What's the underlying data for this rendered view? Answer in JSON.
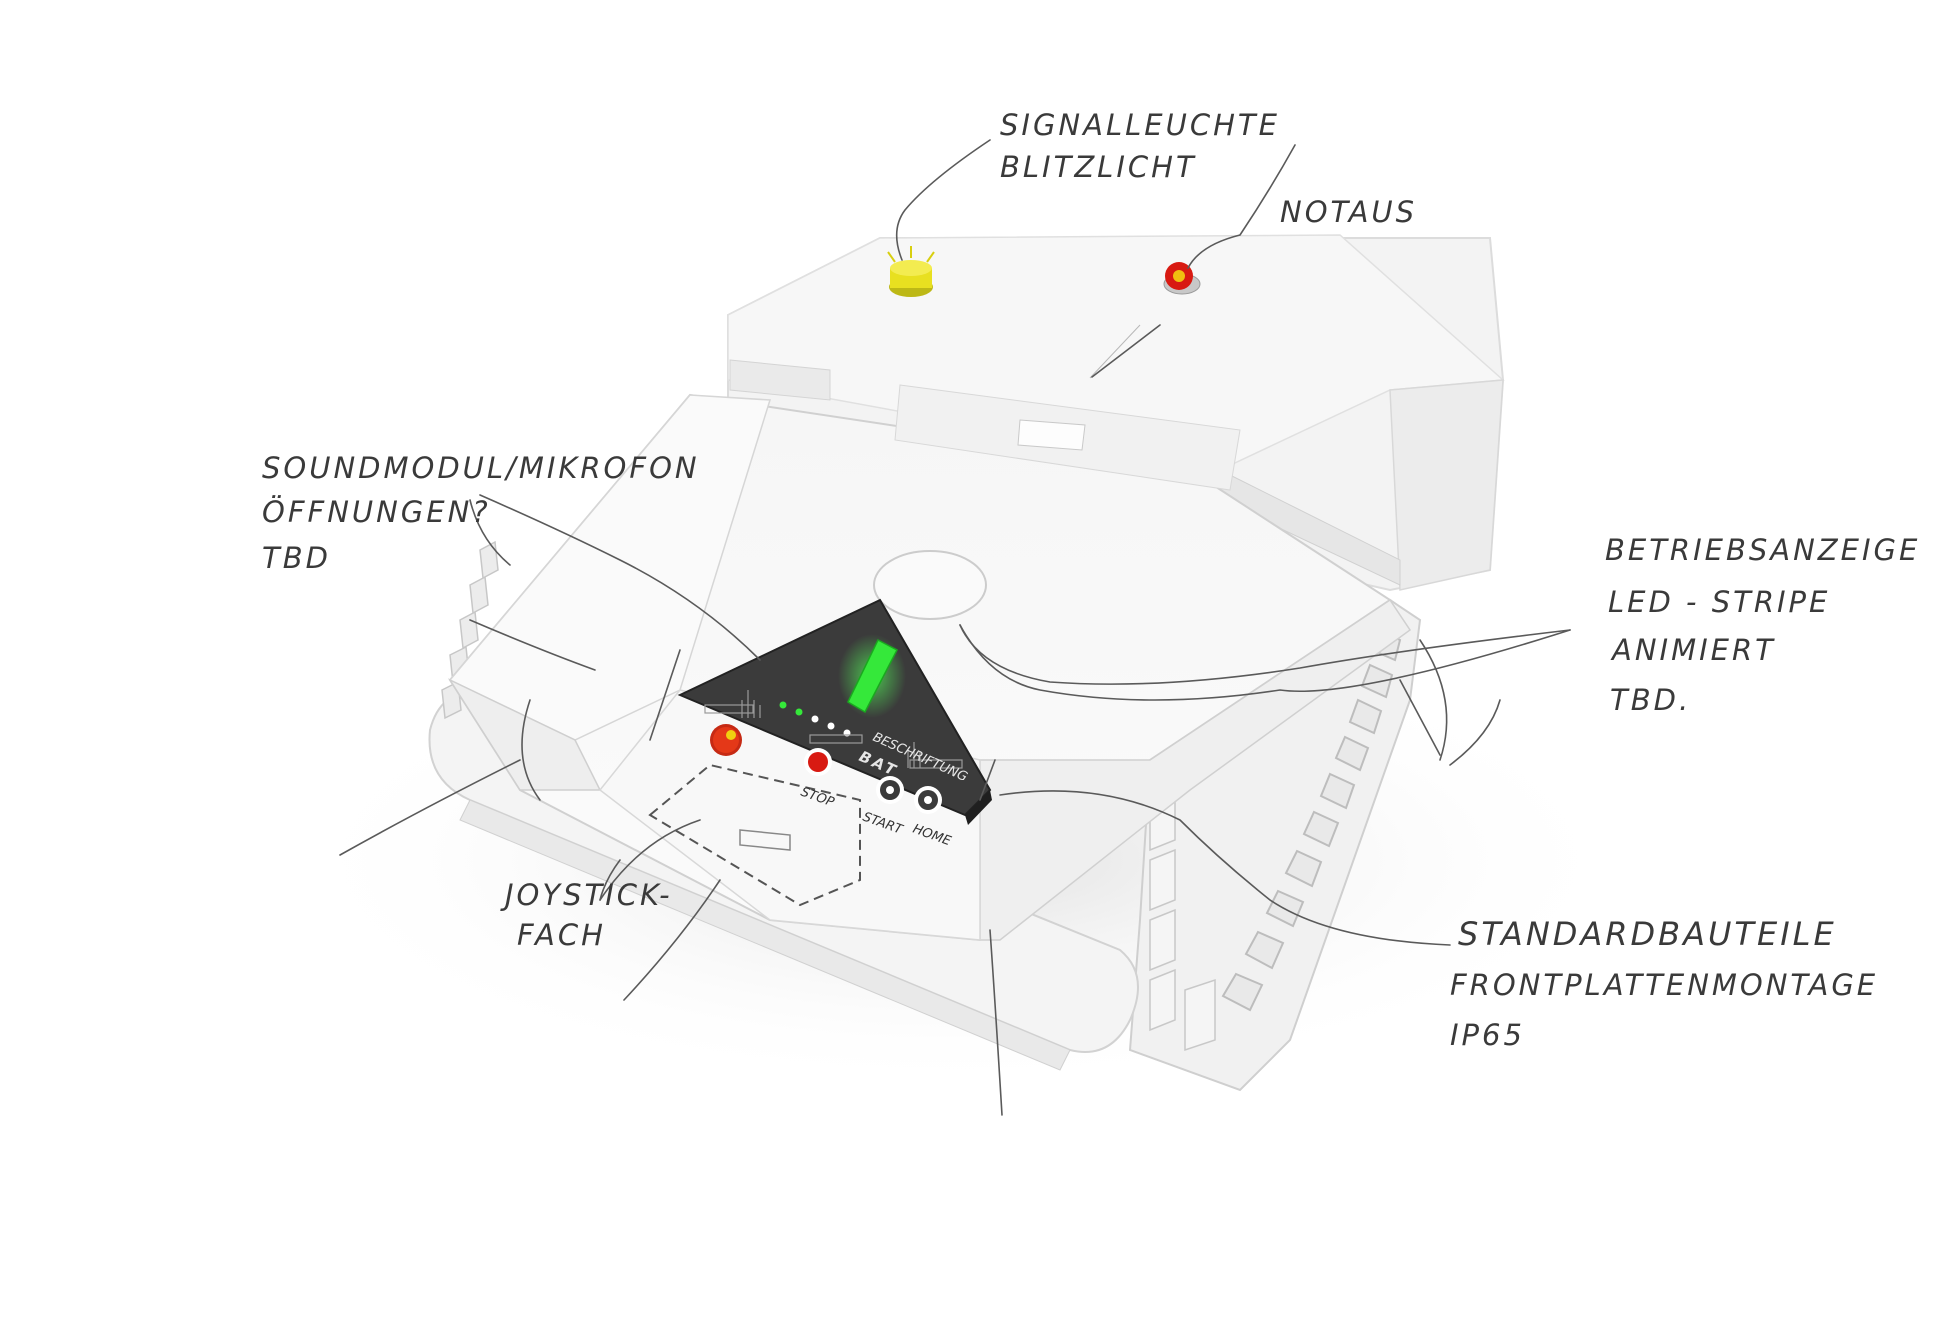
{
  "annotations": {
    "signal": {
      "line1": "SIGNALLEUCHTE",
      "line2": "BLITZLICHT"
    },
    "notaus": {
      "line1": "NOTAUS"
    },
    "sound": {
      "line1": "SOUNDMODUL/MIKROFON",
      "line2": "ÖFFNUNGEN?",
      "line3": "TBD"
    },
    "betrieb": {
      "line1": "BETRIEBSANZEIGE",
      "line2": "LED - STRIPE",
      "line3": "ANIMIERT",
      "line4": "TBD."
    },
    "joystick": {
      "line1": "JOYSTICK-",
      "line2": "FACH"
    },
    "standard": {
      "line1": "STANDARDBAUTEILE",
      "line2": "FRONTPLATTENMONTAGE",
      "line3": "IP65"
    }
  },
  "panel": {
    "display_label": "BESCHRIFTUNG",
    "battery_label": "BAT",
    "stop_label": "STOP",
    "start_label": "START",
    "home_label": "HOME"
  },
  "colors": {
    "signal_light": "#e8e020",
    "emergency_red": "#d81a12",
    "led_green": "#35e83a",
    "panel_dark": "#3b3b3b",
    "sketch_line": "#5a5a5a"
  }
}
